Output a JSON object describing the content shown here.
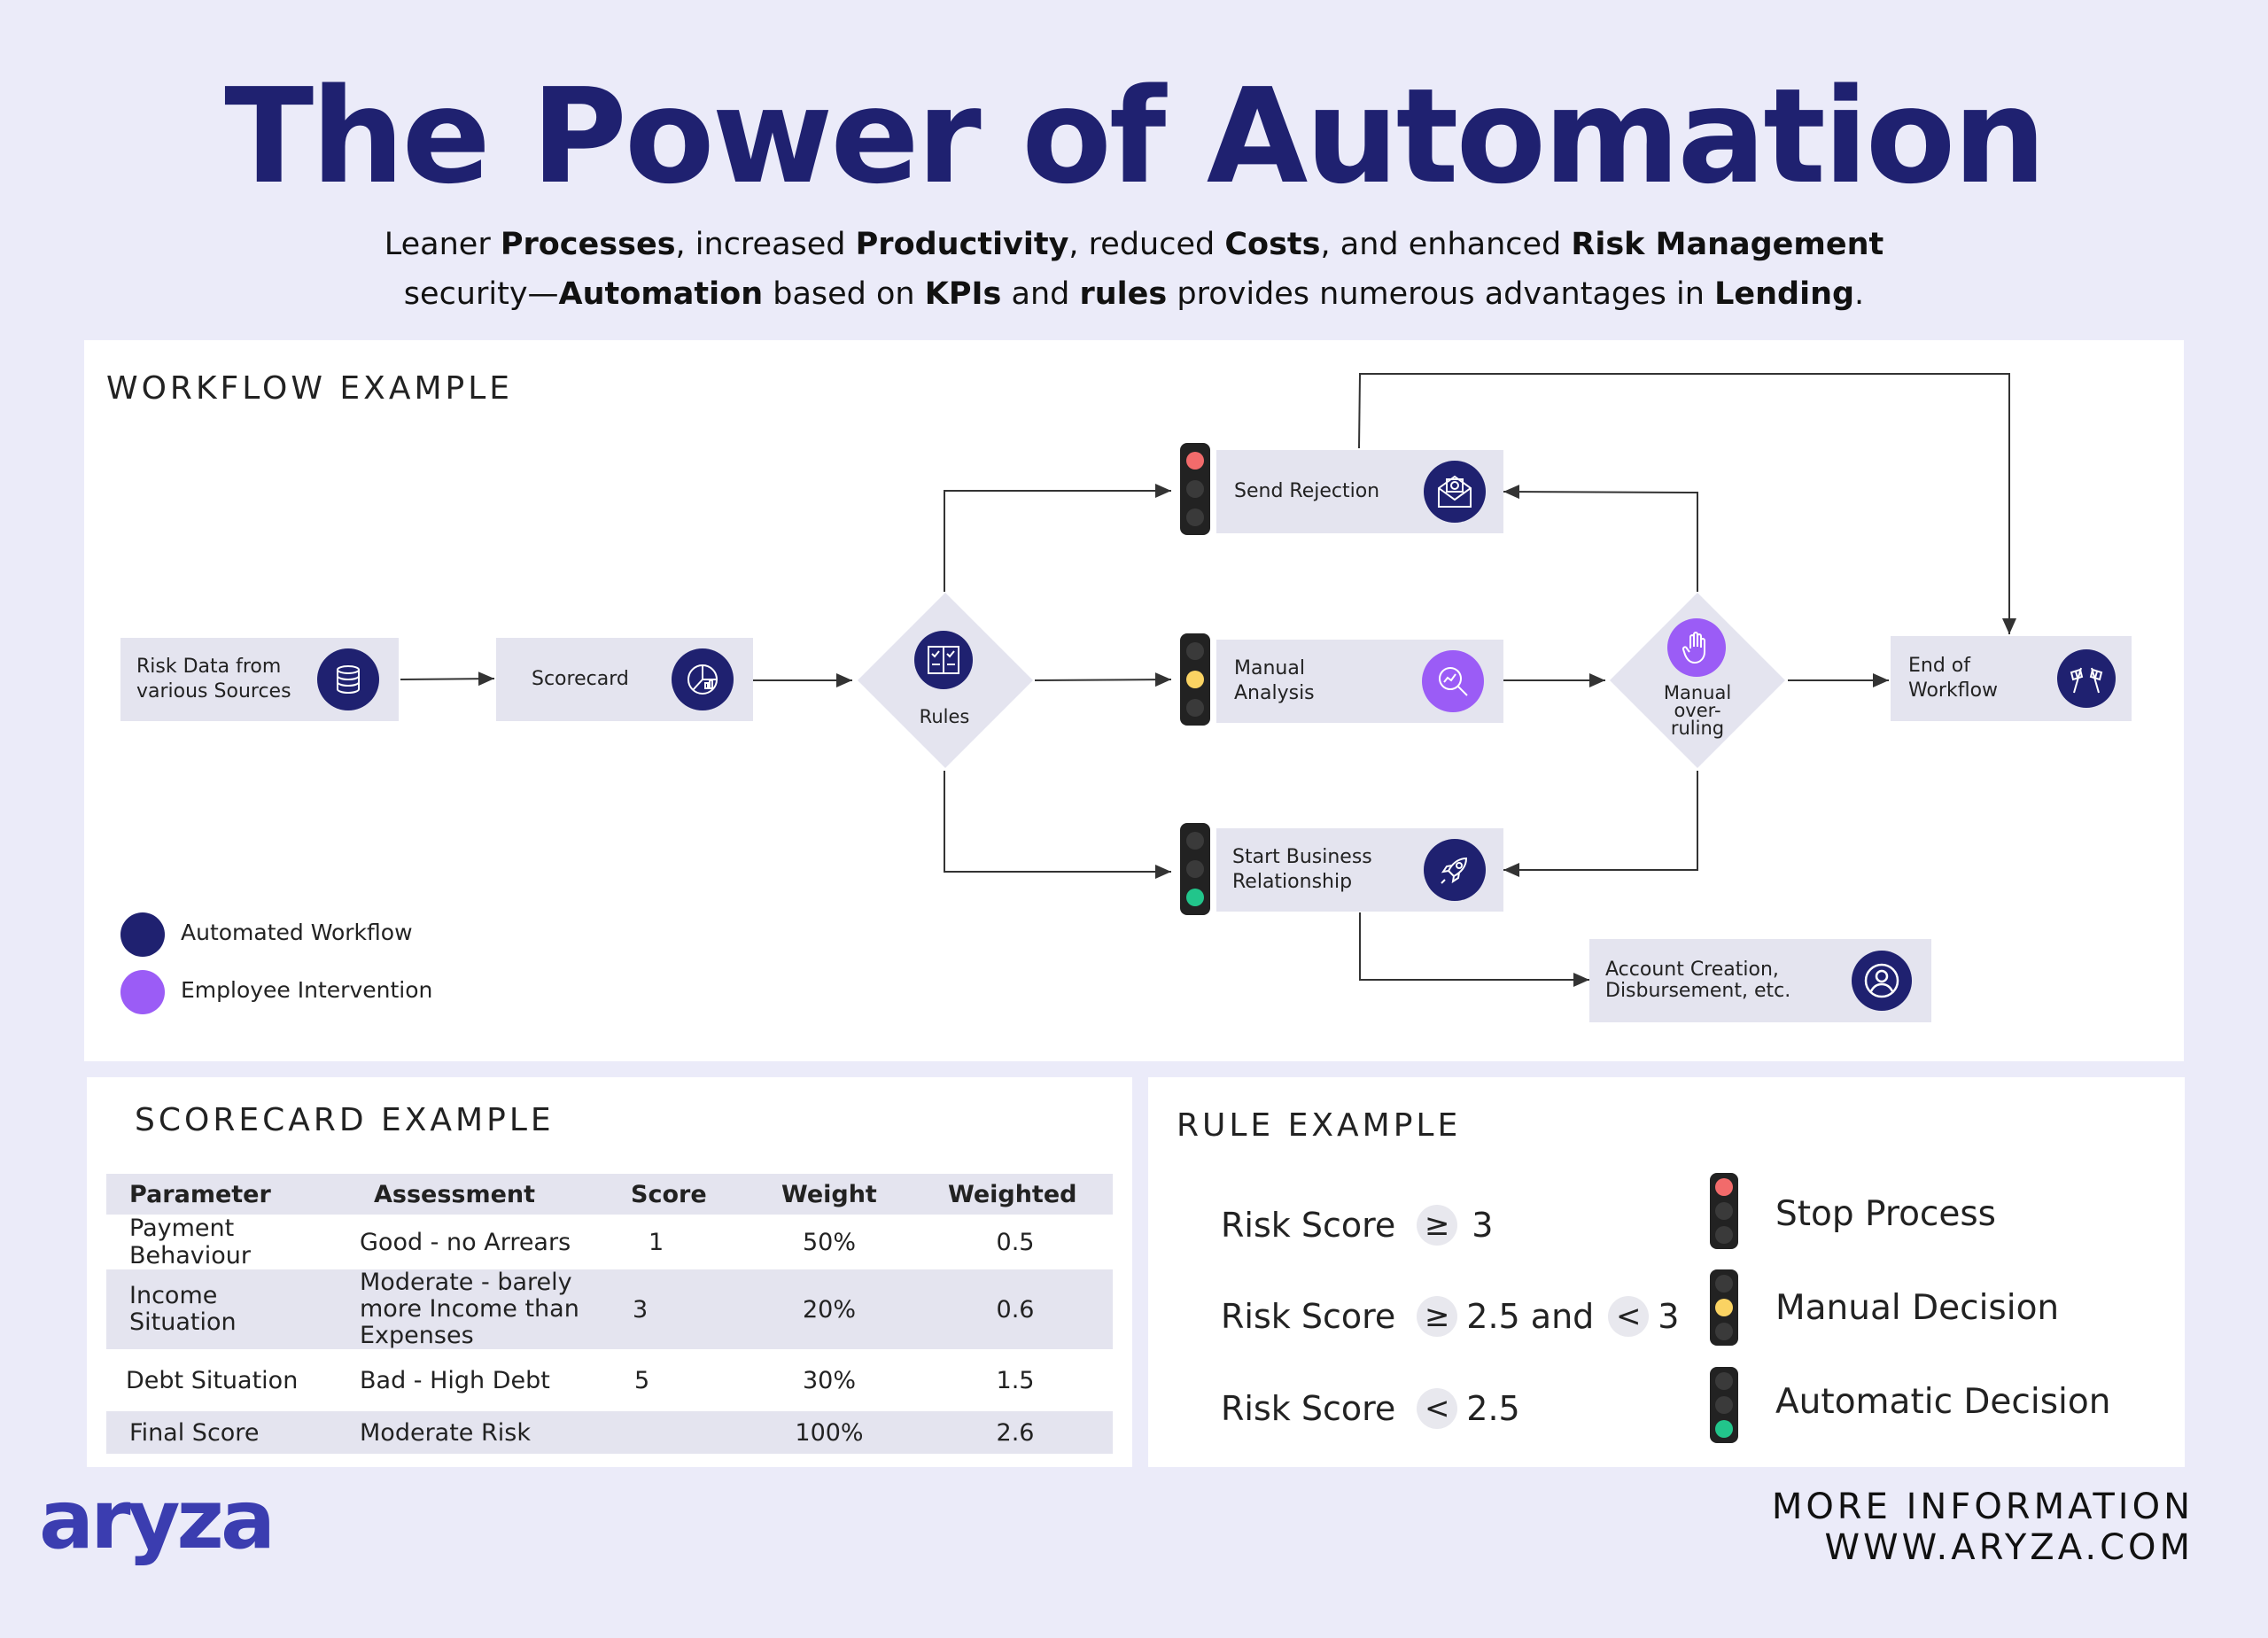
{
  "title": "The Power of Automation",
  "subtitle": {
    "line1": [
      "Leaner ",
      "Processes",
      ", increased ",
      "Productivity",
      ", reduced ",
      "Costs",
      ", and enhanced ",
      "Risk Management"
    ],
    "line2": [
      "security—",
      "Automation",
      " based on ",
      "KPIs",
      " and ",
      "rules",
      " provides numerous advantages in ",
      "Lending",
      "."
    ]
  },
  "workflow": {
    "title": "WORKFLOW EXAMPLE",
    "nodes": {
      "risk_data": "Risk Data from\nvarious Sources",
      "scorecard": "Scorecard",
      "rules": "Rules",
      "send_rejection": "Send Rejection",
      "manual_analysis": "Manual\nAnalysis",
      "start_business": "Start Business\nRelationship",
      "manual_overruling": "Manual\nover-\nruling",
      "end_workflow": "End of\nWorkflow",
      "account_creation": "Account Creation,\nDisbursement, etc."
    },
    "legend": {
      "automated": "Automated Workflow",
      "employee": "Employee Intervention"
    },
    "colors": {
      "automated": "#1F2170",
      "employee": "#9B5CF6"
    }
  },
  "scorecard": {
    "title": "SCORECARD EXAMPLE",
    "headers": [
      "Parameter",
      "Assessment",
      "Score",
      "Weight",
      "Weighted"
    ],
    "rows": [
      [
        "Payment Behaviour",
        "Good - no Arrears",
        "1",
        "50%",
        "0.5"
      ],
      [
        "Income Situation",
        "Moderate - barely more Income than Expenses",
        "3",
        "20%",
        "0.6"
      ],
      [
        "Debt Situation",
        "Bad - High Debt",
        "5",
        "30%",
        "1.5"
      ],
      [
        "Final Score",
        "Moderate Risk",
        "",
        "100%",
        "2.6"
      ]
    ]
  },
  "rules": {
    "title": "RULE EXAMPLE",
    "lines": [
      {
        "label": "Risk Score",
        "op1": "≥",
        "v1": "3",
        "outcome": "Stop Process"
      },
      {
        "label": "Risk Score",
        "op1": "≥",
        "v1": "2.5 and",
        "op2": "<",
        "v2": "3",
        "outcome": "Manual Decision"
      },
      {
        "label": "Risk Score",
        "op1": "<",
        "v1": "2.5",
        "outcome": "Automatic Decision"
      }
    ]
  },
  "footer": {
    "logo": "aryza",
    "more_line1": "MORE INFORMATION",
    "more_line2": "WWW.ARYZA.COM"
  }
}
